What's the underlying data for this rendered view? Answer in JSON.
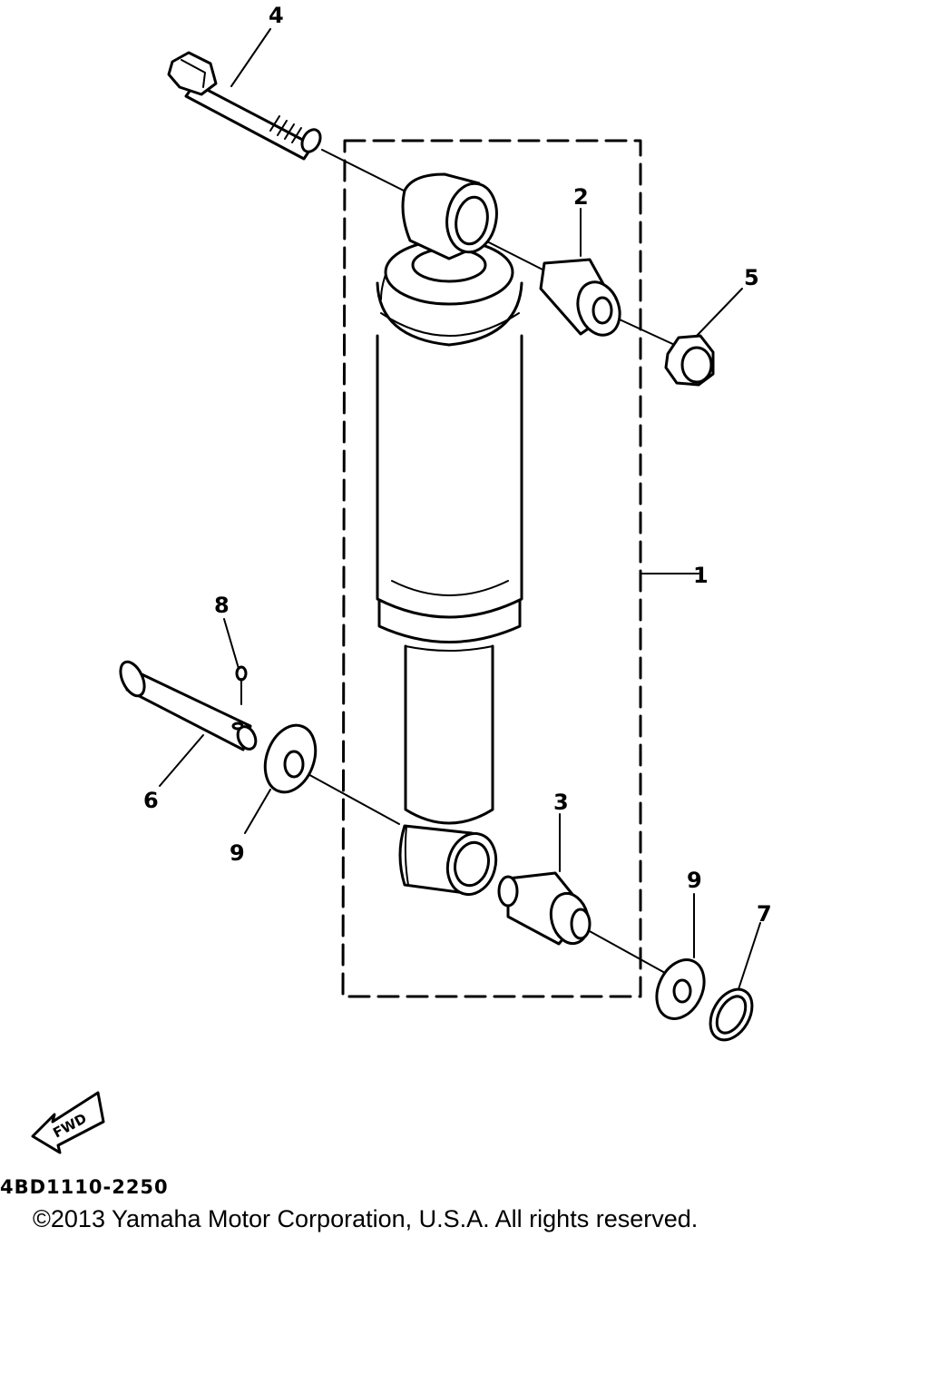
{
  "callouts": {
    "c1": "1",
    "c2": "2",
    "c3": "3",
    "c4": "4",
    "c5": "5",
    "c6": "6",
    "c7": "7",
    "c8": "8",
    "c9a": "9",
    "c9b": "9"
  },
  "fwd_label": "FWD",
  "drawing_code": "4BD1110-2250",
  "copyright": "©2013 Yamaha Motor Corporation, U.S.A. All rights reserved."
}
